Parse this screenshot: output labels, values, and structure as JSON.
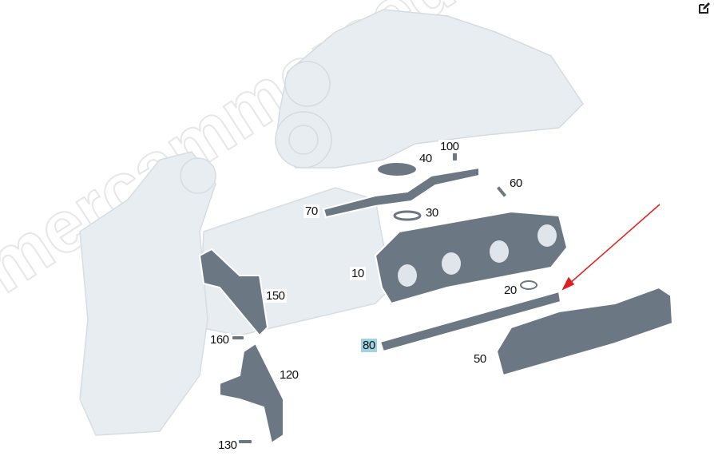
{
  "diagram": {
    "watermark": "mercammercedes.ru",
    "highlight_color": "#9fd3e4",
    "arrow_color": "#e02020",
    "part_color": "#6e7a86",
    "ghost_color": "#e6ecf0",
    "edit_icon": "edit-icon",
    "callouts": [
      {
        "id": "p100",
        "label": "100"
      },
      {
        "id": "p40",
        "label": "40"
      },
      {
        "id": "p60",
        "label": "60"
      },
      {
        "id": "p70",
        "label": "70"
      },
      {
        "id": "p30",
        "label": "30"
      },
      {
        "id": "p10",
        "label": "10"
      },
      {
        "id": "p150",
        "label": "150"
      },
      {
        "id": "p20",
        "label": "20"
      },
      {
        "id": "p160",
        "label": "160"
      },
      {
        "id": "p80",
        "label": "80",
        "highlighted": true
      },
      {
        "id": "p50",
        "label": "50"
      },
      {
        "id": "p120",
        "label": "120"
      },
      {
        "id": "p130",
        "label": "130"
      }
    ]
  }
}
